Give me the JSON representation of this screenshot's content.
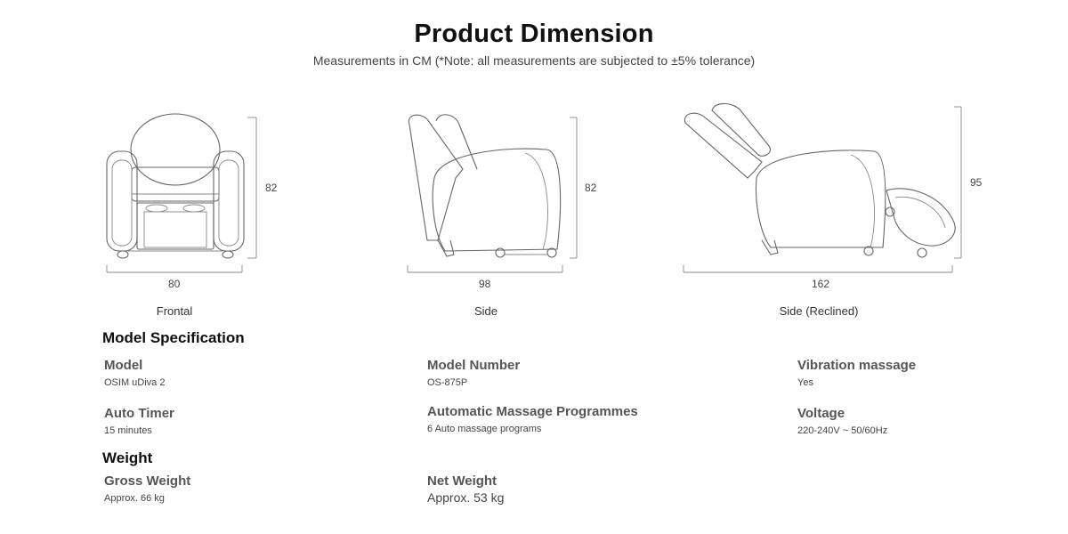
{
  "header": {
    "title": "Product Dimension",
    "subtitle": "Measurements in CM (*Note: all measurements are subjected to ±5% tolerance)"
  },
  "views": [
    {
      "label": "Frontal",
      "width": "80",
      "height": "82"
    },
    {
      "label": "Side",
      "width": "98",
      "height": "82"
    },
    {
      "label": "Side (Reclined)",
      "width": "162",
      "height": "95"
    }
  ],
  "model_spec": {
    "title": "Model Specification",
    "items": [
      {
        "label": "Model",
        "value": "OSIM uDiva 2"
      },
      {
        "label": "Model Number",
        "value": "OS-875P"
      },
      {
        "label": "Vibration massage",
        "value": "Yes"
      },
      {
        "label": "Auto Timer",
        "value": "15 minutes"
      },
      {
        "label": "Automatic Massage Programmes",
        "value": "6 Auto massage programs"
      },
      {
        "label": "Voltage",
        "value": "220-240V ~ 50/60Hz"
      }
    ]
  },
  "weight": {
    "title": "Weight",
    "items": [
      {
        "label": "Gross Weight",
        "value": "Approx. 66 kg"
      },
      {
        "label": "Net Weight",
        "value": "Approx. 53 kg"
      }
    ]
  }
}
